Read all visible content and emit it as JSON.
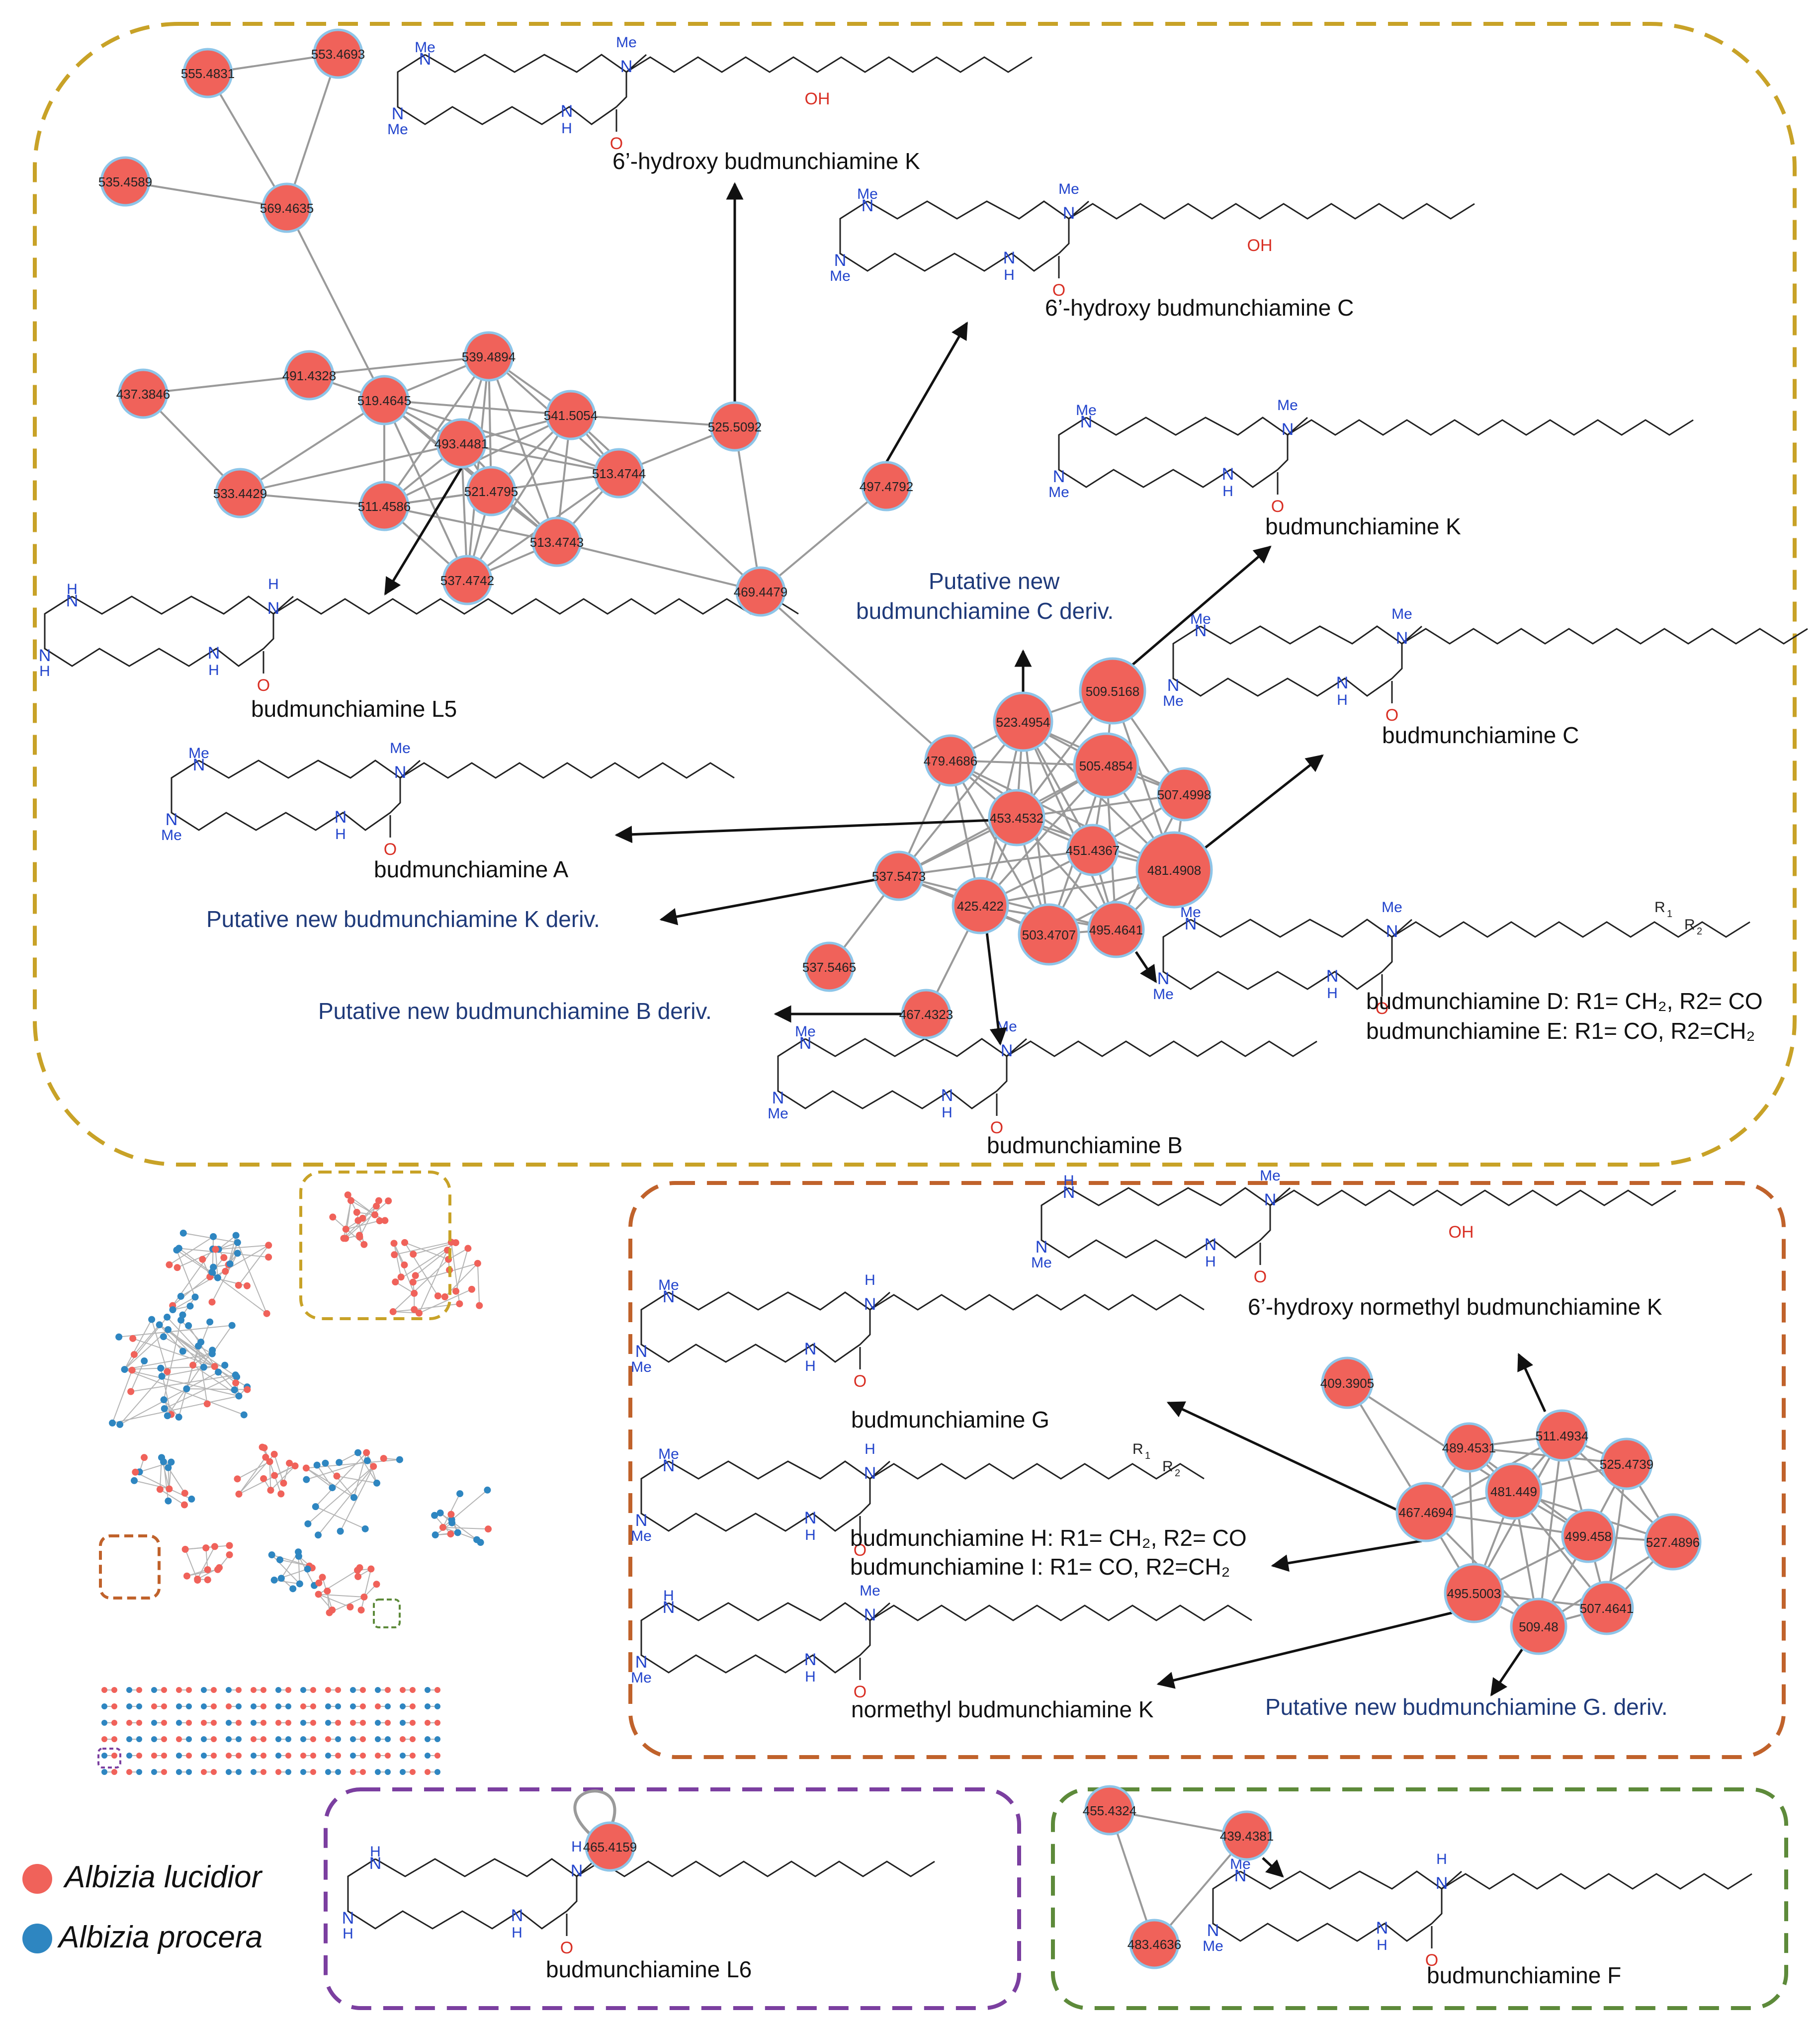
{
  "clusters": {
    "yellow": {
      "color": "#c8a227",
      "nodes": [
        "555.4831",
        "553.4693",
        "535.4589",
        "569.4635",
        "437.3846",
        "491.4328",
        "539.4894",
        "519.4645",
        "541.5054",
        "493.4481",
        "525.5092",
        "513.4744",
        "521.4795",
        "533.4429",
        "511.4586",
        "513.4743",
        "537.4742",
        "497.4792",
        "469.4479",
        "509.5168",
        "523.4954",
        "479.4686",
        "505.4854",
        "507.4998",
        "453.4532",
        "451.4367",
        "481.4908",
        "537.5473",
        "425.422",
        "503.4707",
        "495.4641",
        "537.5465",
        "467.4323"
      ],
      "compounds": {
        "hydroxy_k": "6’-hydroxy budmunchiamine K",
        "hydroxy_c": "6’-hydroxy budmunchiamine C",
        "k": "budmunchiamine K",
        "c": "budmunchiamine C",
        "l5": "budmunchiamine L5",
        "a": "budmunchiamine A",
        "d": "budmunchiamine D: R1= CH₂, R2= CO",
        "e": "budmunchiamine E: R1= CO, R2=CH₂",
        "b": "budmunchiamine B"
      },
      "putative": {
        "c_deriv_1": "Putative new",
        "c_deriv_2": "budmunchiamine C deriv.",
        "k_deriv": "Putative new budmunchiamine K deriv.",
        "b_deriv": "Putative new budmunchiamine B deriv."
      }
    },
    "orange": {
      "color": "#c0622b",
      "nodes": [
        "409.3905",
        "511.4934",
        "489.4531",
        "525.4739",
        "467.4694",
        "481.449",
        "499.458",
        "527.4896",
        "495.5003",
        "507.4641",
        "509.48"
      ],
      "compounds": {
        "hydroxy_normethyl_k": "6’-hydroxy normethyl budmunchiamine K",
        "g": "budmunchiamine G",
        "h": "budmunchiamine H: R1= CH₂, R2= CO",
        "i": "budmunchiamine I: R1= CO, R2=CH₂",
        "normethyl_k": "normethyl budmunchiamine K"
      },
      "putative": {
        "g_deriv": "Putative new budmunchiamine G. deriv."
      }
    },
    "purple": {
      "color": "#7b3fa0",
      "nodes": [
        "465.4159"
      ],
      "compounds": {
        "l6": "budmunchiamine L6"
      }
    },
    "green": {
      "color": "#5d8a3a",
      "nodes": [
        "455.4324",
        "439.4381",
        "483.4636"
      ],
      "compounds": {
        "f": "budmunchiamine F"
      }
    }
  },
  "atoms": {
    "me": "Me",
    "nh": "H",
    "n": "N",
    "o": "O",
    "oh": "OH",
    "r1": "R",
    "r1_sub": "1",
    "r2": "R",
    "r2_sub": "2"
  },
  "legend": {
    "items": [
      {
        "label": "Albizia lucidior",
        "color": "#f0625a"
      },
      {
        "label": "Albizia procera",
        "color": "#2e86c1"
      }
    ]
  },
  "colors": {
    "node_fill": "#f0625a",
    "node_stroke": "#8ec5e8",
    "edge": "#9a9a9a",
    "arrow": "#111111",
    "atom_n": "#2244cc",
    "atom_o": "#d93025"
  }
}
